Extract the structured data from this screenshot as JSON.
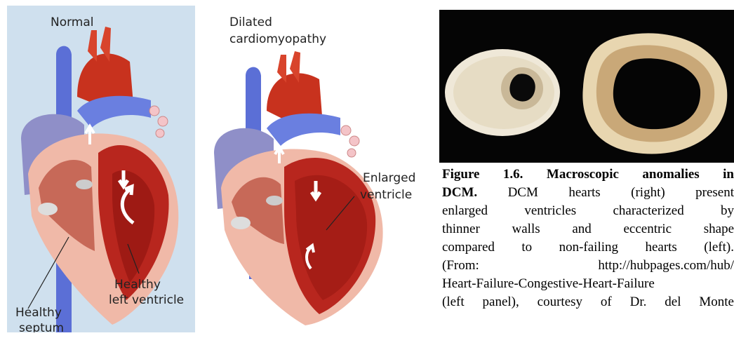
{
  "left_figure": {
    "normal_label": "Normal",
    "healthy_septum_label": [
      "Healthy",
      "septum"
    ],
    "healthy_lv_label": [
      "Healthy",
      "left ventricle"
    ],
    "dcm_label": [
      "Dilated",
      "cardiomyopathy"
    ],
    "enlarged_label": [
      "Enlarged",
      "ventricle"
    ]
  },
  "photo": {
    "description_visible": ""
  },
  "caption": {
    "line1_bold": "Figure 1.6. Macroscopic anomalies in",
    "line2_bold": "DCM.",
    "line2_rest": " DCM hearts (right) present",
    "line3": "enlarged ventricles characterized by",
    "line4": "thinner walls and eccentric shape",
    "line5": "compared to non-failing hearts (left).",
    "line6_a": "(From:",
    "line6_b": "http://hubpages.com/hub/",
    "line7": "Heart-Failure-Congestive-Heart-Failure",
    "line8": "(left panel), courtesy of Dr. del Monte"
  },
  "colors": {
    "panel_bg": "#cfe0ee",
    "vessel_blue": "#5b6fd6",
    "aorta_red": "#c8321e",
    "myocardium": "#b8261e",
    "outer_pink": "#f0b9a8"
  }
}
